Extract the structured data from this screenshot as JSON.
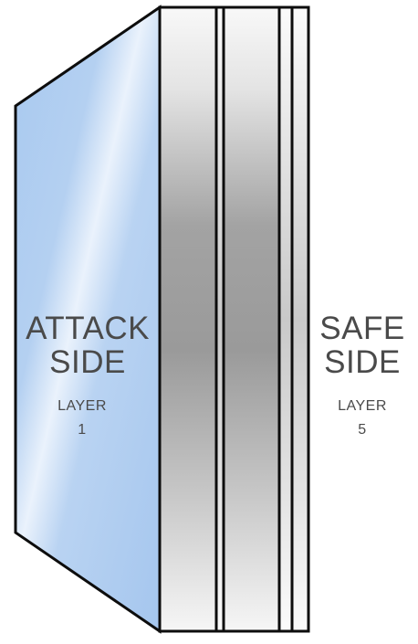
{
  "diagram": {
    "attack_side": {
      "line1": "ATTACK",
      "line2": "SIDE",
      "layer_label": "LAYER",
      "layer_number": "1"
    },
    "safe_side": {
      "line1": "SAFE",
      "line2": "SIDE",
      "layer_label": "LAYER",
      "layer_number": "5"
    },
    "colors": {
      "attack_layer_fill": "#a9c9ef",
      "glass_silver_dark": "#9e9e9e",
      "glass_silver_light": "#f7f7f7",
      "outline": "#0d0d0d",
      "text": "#4a4a4a"
    }
  }
}
